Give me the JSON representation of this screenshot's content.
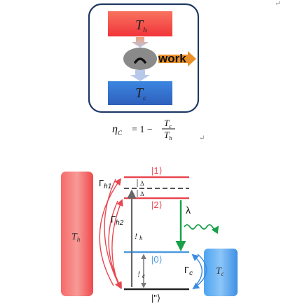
{
  "engine": {
    "hot_label": "T",
    "hot_sub": "h",
    "cold_label": "T",
    "cold_sub": "c",
    "work_label": "work",
    "colors": {
      "hot": "#f3413f",
      "cold": "#3a6fc8",
      "frame": "#1f3864",
      "work_arrow": "#e8902a"
    }
  },
  "formula": {
    "eta": "η",
    "eta_sub": "C",
    "eq": "= 1 −",
    "num": "T",
    "num_sub": "c",
    "den": "T",
    "den_sub": "h",
    "return_mark": "↵"
  },
  "top_right_mark": "↵",
  "levels": {
    "level1": "|1⟩",
    "level2": "|2⟩",
    "level0": "|0⟩",
    "ground": "|\"⟩",
    "delta_top": "Δ",
    "delta_bottom": "Δ"
  },
  "labels": {
    "gamma_h1": "Γ",
    "gamma_h1_sub": "h1",
    "gamma_h2": "Γ",
    "gamma_h2_sub": "h2",
    "omega_h": "!",
    "omega_h_sub": "h",
    "omega_c": "!",
    "omega_c_sub": "c",
    "lambda": "λ",
    "gamma_c": "Γ",
    "gamma_c_sub": "c",
    "bath_hot": "T",
    "bath_hot_sub": "h",
    "bath_cold": "T",
    "bath_cold_sub": "c"
  },
  "colors": {
    "level_red": "#e8474f",
    "level_blue": "#4a9be0",
    "lambda_green": "#1aa04a",
    "arrow_red": "#e8474f",
    "arrow_blue": "#3a8be0"
  }
}
